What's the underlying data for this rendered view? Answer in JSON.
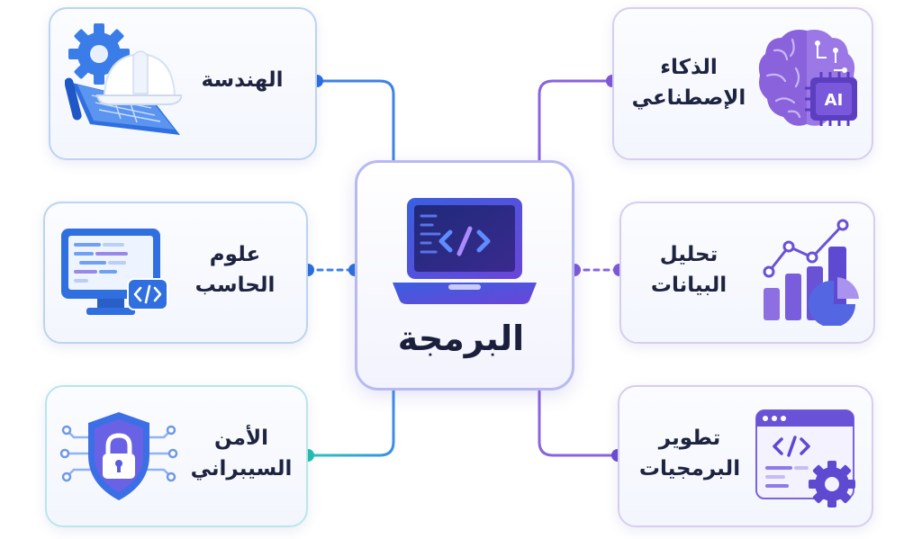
{
  "center": {
    "title": "البرمجة",
    "icon": "laptop-code-icon"
  },
  "nodes": {
    "engineering": {
      "lines": [
        "الهندسة"
      ],
      "icon": "engineering-gear-helmet-icon",
      "accent": "#2f6fe0"
    },
    "computer_science": {
      "lines": [
        "علوم",
        "الحاسب"
      ],
      "icon": "monitor-code-icon",
      "accent": "#2f6fe0"
    },
    "cybersecurity": {
      "lines": [
        "الأمن",
        "السيبراني"
      ],
      "icon": "shield-lock-icon",
      "accent": "#22b7c0"
    },
    "ai": {
      "lines": [
        "الذكاء",
        "الإصطناعي"
      ],
      "icon": "ai-brain-chip-icon",
      "accent": "#7b5bd6"
    },
    "data_analysis": {
      "lines": [
        "تحليل",
        "البيانات"
      ],
      "icon": "chart-analytics-icon",
      "accent": "#7b5bd6"
    },
    "software_dev": {
      "lines": [
        "تطوير",
        "البرمجيات"
      ],
      "icon": "code-window-gear-icon",
      "accent": "#6a4fd0"
    }
  }
}
